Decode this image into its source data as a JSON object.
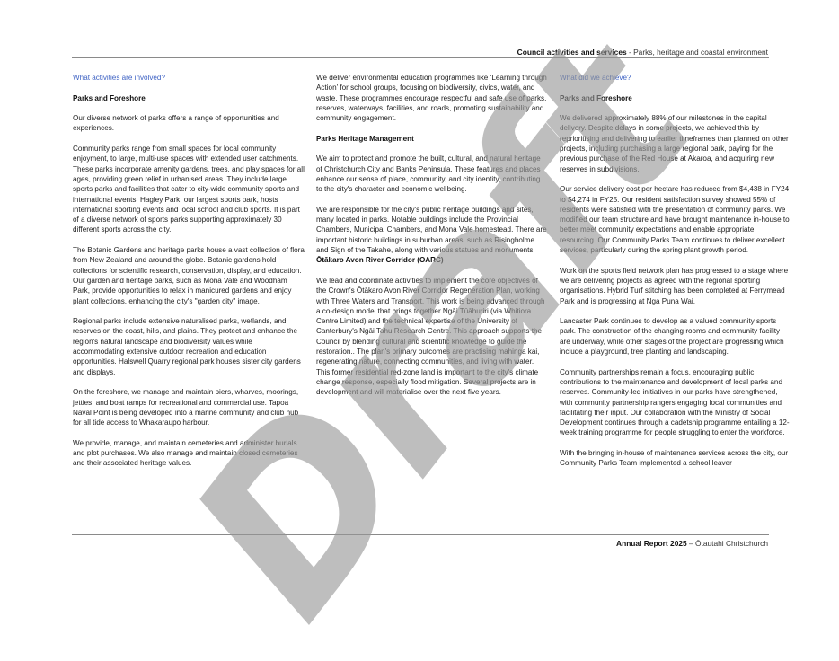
{
  "header": {
    "section_bold": "Council activities and services",
    "section_rest": " - Parks, heritage and coastal environment"
  },
  "footer": {
    "title_bold": "Annual Report 2025",
    "title_rest": " – Ōtautahi Christchurch"
  },
  "watermark": {
    "text": "Draft",
    "color": "#969696"
  },
  "colors": {
    "accent_heading": "#3f63c4",
    "rule": "#8a8a8a"
  },
  "col1": {
    "heading": "What activities are involved?",
    "subheading": "Parks and Foreshore",
    "paragraphs": [
      "Our diverse network of parks offers a range of opportunities and experiences.",
      "Community parks range from small spaces for local community enjoyment, to large, multi-use spaces with extended user catchments. These parks incorporate amenity gardens, trees, and play spaces for all ages, providing green relief in urbanised areas. They include large sports parks and facilities that cater to city-wide community sports and international events. Hagley Park, our largest sports park, hosts international sporting events and local school and club sports. It is part of a diverse network of sports parks supporting approximately 30 different sports across the city.",
      "The Botanic Gardens and heritage parks house a vast collection of flora from New Zealand and around the globe. Botanic gardens hold collections for scientific research, conservation, display, and education. Our garden and heritage parks, such as Mona Vale and Woodham Park, provide opportunities to relax in manicured gardens and enjoy plant collections, enhancing the city's \"garden city\" image.",
      "Regional parks include extensive naturalised parks, wetlands, and reserves on the coast, hills, and plains. They protect and enhance the region's natural landscape and biodiversity values while accommodating extensive outdoor recreation and education opportunities. Halswell Quarry regional park houses sister city gardens and displays.",
      "On the foreshore, we manage and maintain piers, wharves, moorings, jetties, and boat ramps for recreational and commercial use. Tapoa Naval Point is being developed into a marine community and club hub for all tide access to Whakaraupo harbour.",
      "We provide, manage, and maintain cemeteries and administer burials and plot purchases. We also manage and maintain closed cemeteries and their associated heritage values."
    ]
  },
  "col2": {
    "paragraphs_intro": [
      "We deliver environmental education programmes like ‘Learning through Action’ for school groups, focusing on biodiversity, civics, water, and waste. These programmes encourage respectful and safe use of parks, reserves, waterways, facilities, and roads,  promoting sustainability and community engagement."
    ],
    "heritage_heading": "Parks Heritage Management",
    "heritage_paragraphs": [
      "We aim to protect and promote the built, cultural, and natural heritage of Christchurch City and Banks Peninsula. These features and places enhance our sense of place, community, and city identity, contributing to the city's character and economic wellbeing.",
      "We are responsible for the city's public heritage buildings and sites, many located in parks. Notable buildings include the Provincial Chambers, Municipal Chambers, and Mona Vale homestead. There are important historic buildings in suburban areas, such as Risingholme and Sign of the Takahe, along with various statues and monuments."
    ],
    "oarc_heading": "Ōtākaro Avon River Corridor (OARC)",
    "oarc_paragraphs": [
      "We lead and coordinate activities to implement the core objectives of the Crown's Ōtākaro Avon River Corridor Regeneration Plan, working with Three Waters and Transport. This work is being advanced through a co-design model that brings together Ngāi Tūāhuriri (via Whitiora Centre Limited) and the technical expertise of the University of Canterbury's Ngāi Tahu Research Centre. This approach supports the Council by blending cultural and scientific knowledge to guide the restoration.. The plan's primary outcomes are practising mahinga kai, regenerating nature, connecting communities, and living with water. This former residential red-zone land is important to the city's climate change response, especially flood mitigation. Several projects are in development and will materialise over the next five years."
    ]
  },
  "col3": {
    "heading": "What did we achieve?",
    "subheading": "Parks and Foreshore",
    "paragraphs": [
      "We delivered approximately 88% of our milestones in the capital delivery. Despite delays in some projects, we achieved this by reprioritising and delivering to earlier timeframes than planned on other projects, including purchasing a large regional park, paying for the previous purchase of the Red House at Akaroa, and acquiring new reserves in subdivisions.",
      "Our service delivery cost per hectare has reduced from $4,438 in FY24 to $4,274 in FY25. Our resident satisfaction survey showed 55% of residents were satisfied with the presentation of community parks. We modified our team structure and have brought maintenance in-house to better meet community expectations and enable appropriate resourcing. Our Community Parks Team continues to deliver excellent services, particularly during the spring plant growth period.",
      "Work on the sports field network plan has progressed to a stage where we are delivering projects as agreed with the regional sporting organisations. Hybrid Turf stitching has been completed at Ferrymead Park and is progressing at Nga Puna Wai.",
      "Lancaster Park continues to develop as a valued community sports park. The construction of the changing rooms and community facility are underway, while other stages of the project are progressing which include a playground, tree planting and landscaping.",
      "Community partnerships remain a focus, encouraging public contributions to the maintenance and development of local parks and reserves. Community-led initiatives in our parks have strengthened, with community partnership rangers engaging local communities and facilitating their input. Our collaboration with the Ministry of Social Development continues through a cadetship programme entailing a 12-week training programme for people struggling to enter the workforce.",
      "With the bringing in-house of maintenance services across the city, our Community Parks Team implemented a school leaver"
    ]
  }
}
